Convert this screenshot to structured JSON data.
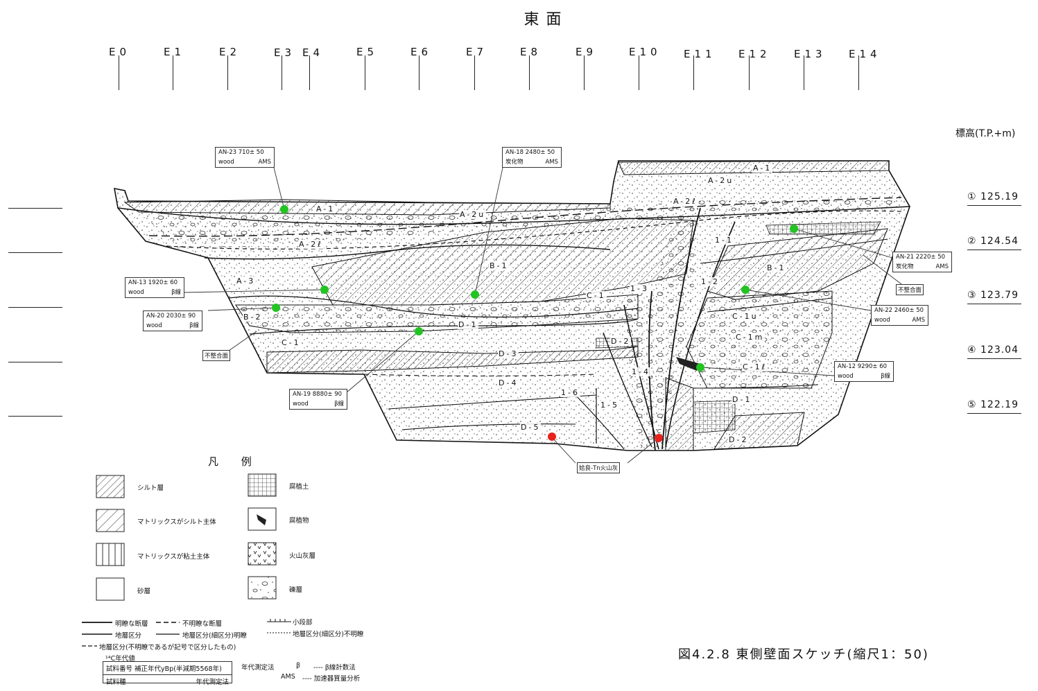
{
  "title": "東面",
  "grid": [
    "E0",
    "E1",
    "E2",
    "E3",
    "E4",
    "E5",
    "E6",
    "E7",
    "E8",
    "E9",
    "E10",
    "E11",
    "E12",
    "E13",
    "E14"
  ],
  "elevation": {
    "title": "標高(T.P.+m)",
    "levels": [
      "① 125.19",
      "② 124.54",
      "③ 123.79",
      "④ 123.04",
      "⑤ 122.19"
    ]
  },
  "samples": [
    {
      "id": "AN-23 710± 50",
      "material": "wood",
      "method": "AMS",
      "color": "#22c422"
    },
    {
      "id": "AN-18 2480± 50",
      "material": "炭化物",
      "method": "AMS",
      "color": "#22c422"
    },
    {
      "id": "AN-21 2220± 50",
      "material": "炭化物",
      "method": "AMS",
      "color": "#22c422"
    },
    {
      "id": "AN-13 1920± 60",
      "material": "wood",
      "method": "β線",
      "color": "#22c422"
    },
    {
      "id": "AN-20 2030± 90",
      "material": "wood",
      "method": "β線",
      "color": "#22c422"
    },
    {
      "id": "AN-22 2460± 50",
      "material": "wood",
      "method": "AMS",
      "color": "#22c422"
    },
    {
      "id": "AN-19 8880± 90",
      "material": "wood",
      "method": "β線",
      "color": "#22c422"
    },
    {
      "id": "AN-12 9290± 60",
      "material": "wood",
      "method": "β線",
      "color": "#22c422"
    }
  ],
  "annotations": {
    "unconformity": "不整合面",
    "tephra": "姶良-Tn火山灰",
    "tephra_color": "#e8231d"
  },
  "units": [
    "A-1",
    "A-1",
    "A-2u",
    "A-2u",
    "A-2ℓ",
    "A-2ℓ",
    "A-3",
    "B-1",
    "B-1",
    "B-2",
    "C-1",
    "C-1",
    "C-1u",
    "C-1m",
    "C-1ℓ",
    "D-1",
    "D-1",
    "D-2",
    "D-2",
    "D-3",
    "D-4",
    "D-5",
    "1-5",
    "1-6",
    "1-4",
    "1-3",
    "1-2",
    "1-1"
  ],
  "legend": {
    "title": "凡 例",
    "items": [
      "シルト層",
      "マトリックスがシルト主体",
      "マトリックスが粘土主体",
      "砂層",
      "腐植土",
      "腐植物",
      "火山灰層",
      "礫層"
    ],
    "lines": [
      "明瞭な断層",
      "不明瞭な断層",
      "小段部",
      "地層区分",
      "地層区分(細区分)明瞭",
      "地層区分(細区分)不明瞭",
      "地層区分(不明瞭であるが記号で区分したもの)"
    ],
    "c14_title": "¹⁴C年代値",
    "box_line1": "試料番号  補正年代yBp(半減期5568年)",
    "box_line2_left": "試料種",
    "box_line2_right": "年代測定法",
    "method_label": "年代測定法",
    "beta": "β",
    "beta_desc": "---- β線計数法",
    "ams": "AMS",
    "ams_desc": "---- 加速器質量分析"
  },
  "caption": "図4.2.8  東側壁面スケッチ(縮尺1：50)"
}
